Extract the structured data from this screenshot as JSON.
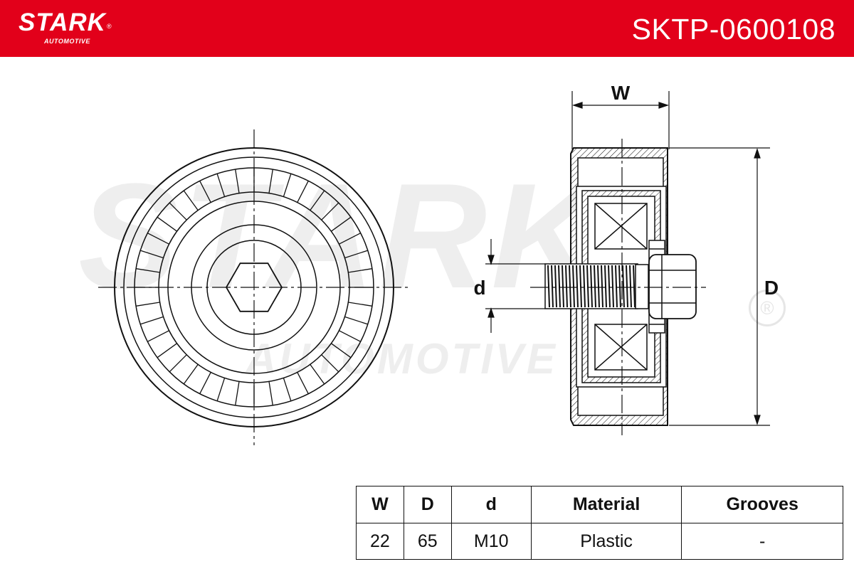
{
  "header": {
    "brand": "STARK",
    "brand_registered": "®",
    "brand_subtitle": "AUTOMOTIVE",
    "part_number": "SKTP-0600108",
    "background_color": "#e2001a"
  },
  "watermark": {
    "main": "STARK",
    "sub": "AUTOMOTIVE",
    "registered": "®"
  },
  "drawing": {
    "label_width": "W",
    "label_outer_diameter": "D",
    "label_bolt_diameter": "d"
  },
  "specs": {
    "headers": [
      "W",
      "D",
      "d",
      "Material",
      "Grooves"
    ],
    "values": [
      "22",
      "65",
      "M10",
      "Plastic",
      "-"
    ]
  }
}
